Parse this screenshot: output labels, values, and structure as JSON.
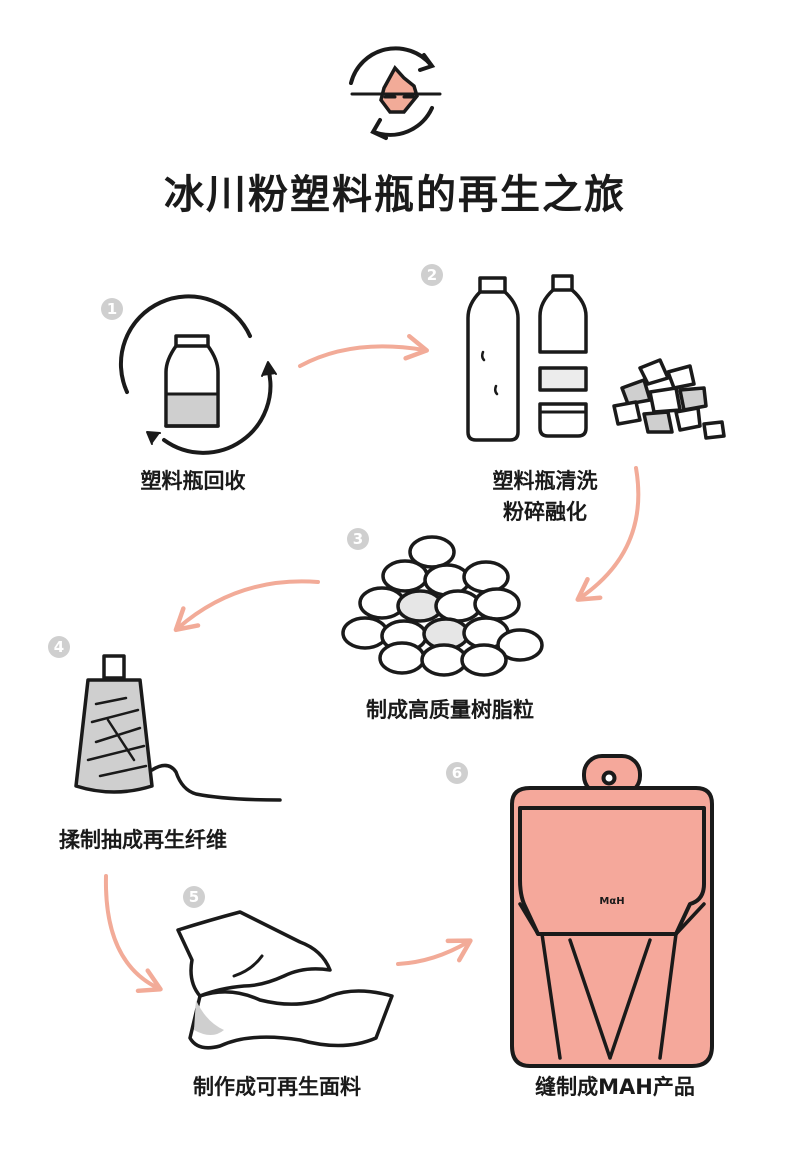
{
  "title": "冰川粉塑料瓶的再生之旅",
  "accent_color": "#f2ab98",
  "steps": [
    {
      "number": "1",
      "label": "塑料瓶回收",
      "icon": "bottle-recycle-icon"
    },
    {
      "number": "2",
      "label_line1": "塑料瓶清洗",
      "label_line2": "粉碎融化",
      "icon": "bottle-crush-icon"
    },
    {
      "number": "3",
      "label": "制成高质量树脂粒",
      "icon": "resin-pellets-icon"
    },
    {
      "number": "4",
      "label": "揉制抽成再生纤维",
      "icon": "fiber-spool-icon"
    },
    {
      "number": "5",
      "label": "制作成可再生面料",
      "icon": "fabric-icon"
    },
    {
      "number": "6",
      "label": "缝制成MAH产品",
      "icon": "backpack-icon"
    }
  ],
  "backpack_logo": "MαH"
}
